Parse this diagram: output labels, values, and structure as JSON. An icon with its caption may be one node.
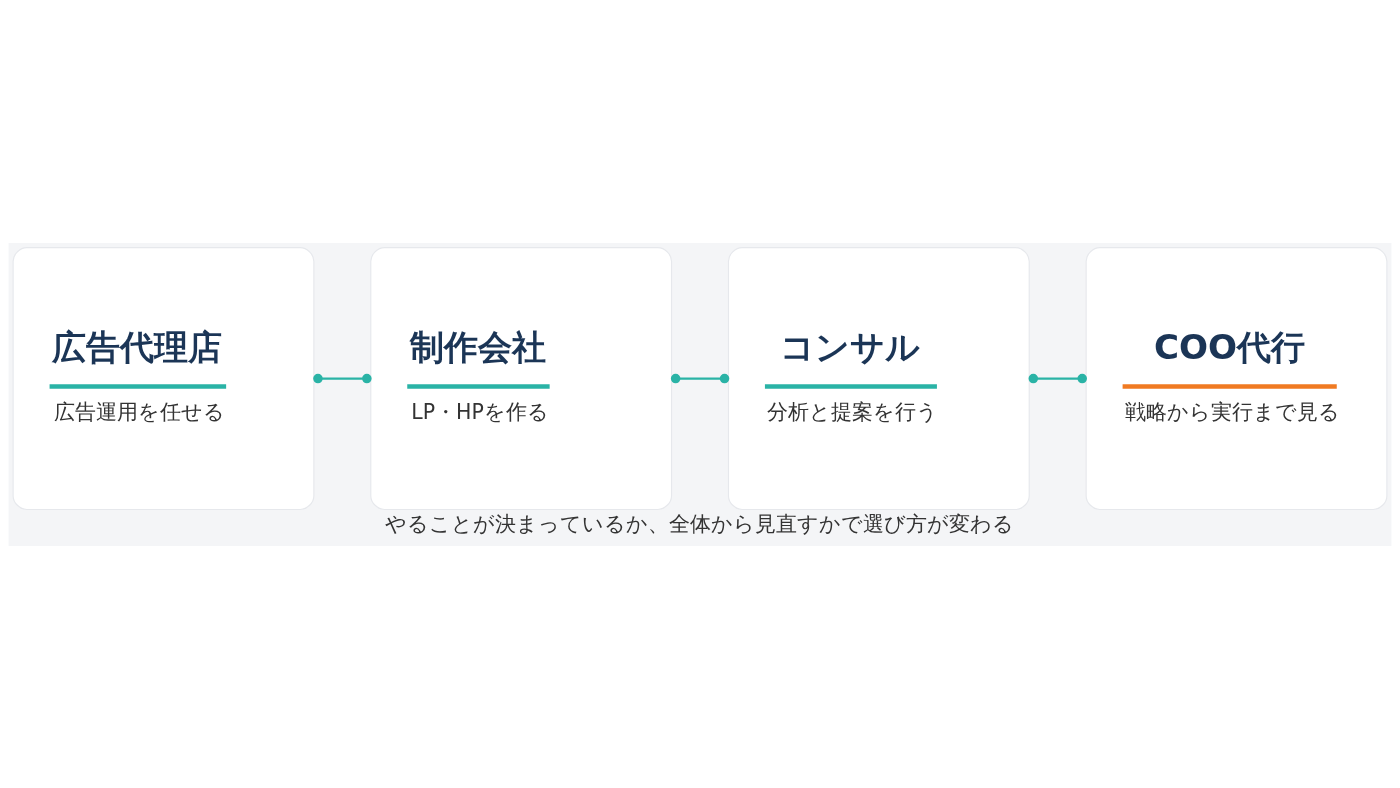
{
  "diagram": {
    "caption": "やることが決まっているか、全体から見直すかで選び方が変わる",
    "nodes": [
      {
        "text": [
          "広告代理店",
          "広告運用を任せる"
        ]
      },
      {
        "text": [
          "制作会社",
          "LP・HPを作る"
        ]
      },
      {
        "text": [
          "コンサル",
          "分析と提案を行う"
        ]
      },
      {
        "text": [
          "COO代行",
          "戦略から実行まで見る"
        ]
      }
    ],
    "edges": [
      {
        "from": 0,
        "to": 1,
        "arrow": "other"
      },
      {
        "from": 1,
        "to": 2,
        "arrow": "other"
      },
      {
        "from": 2,
        "to": 3,
        "arrow": "other"
      }
    ]
  }
}
